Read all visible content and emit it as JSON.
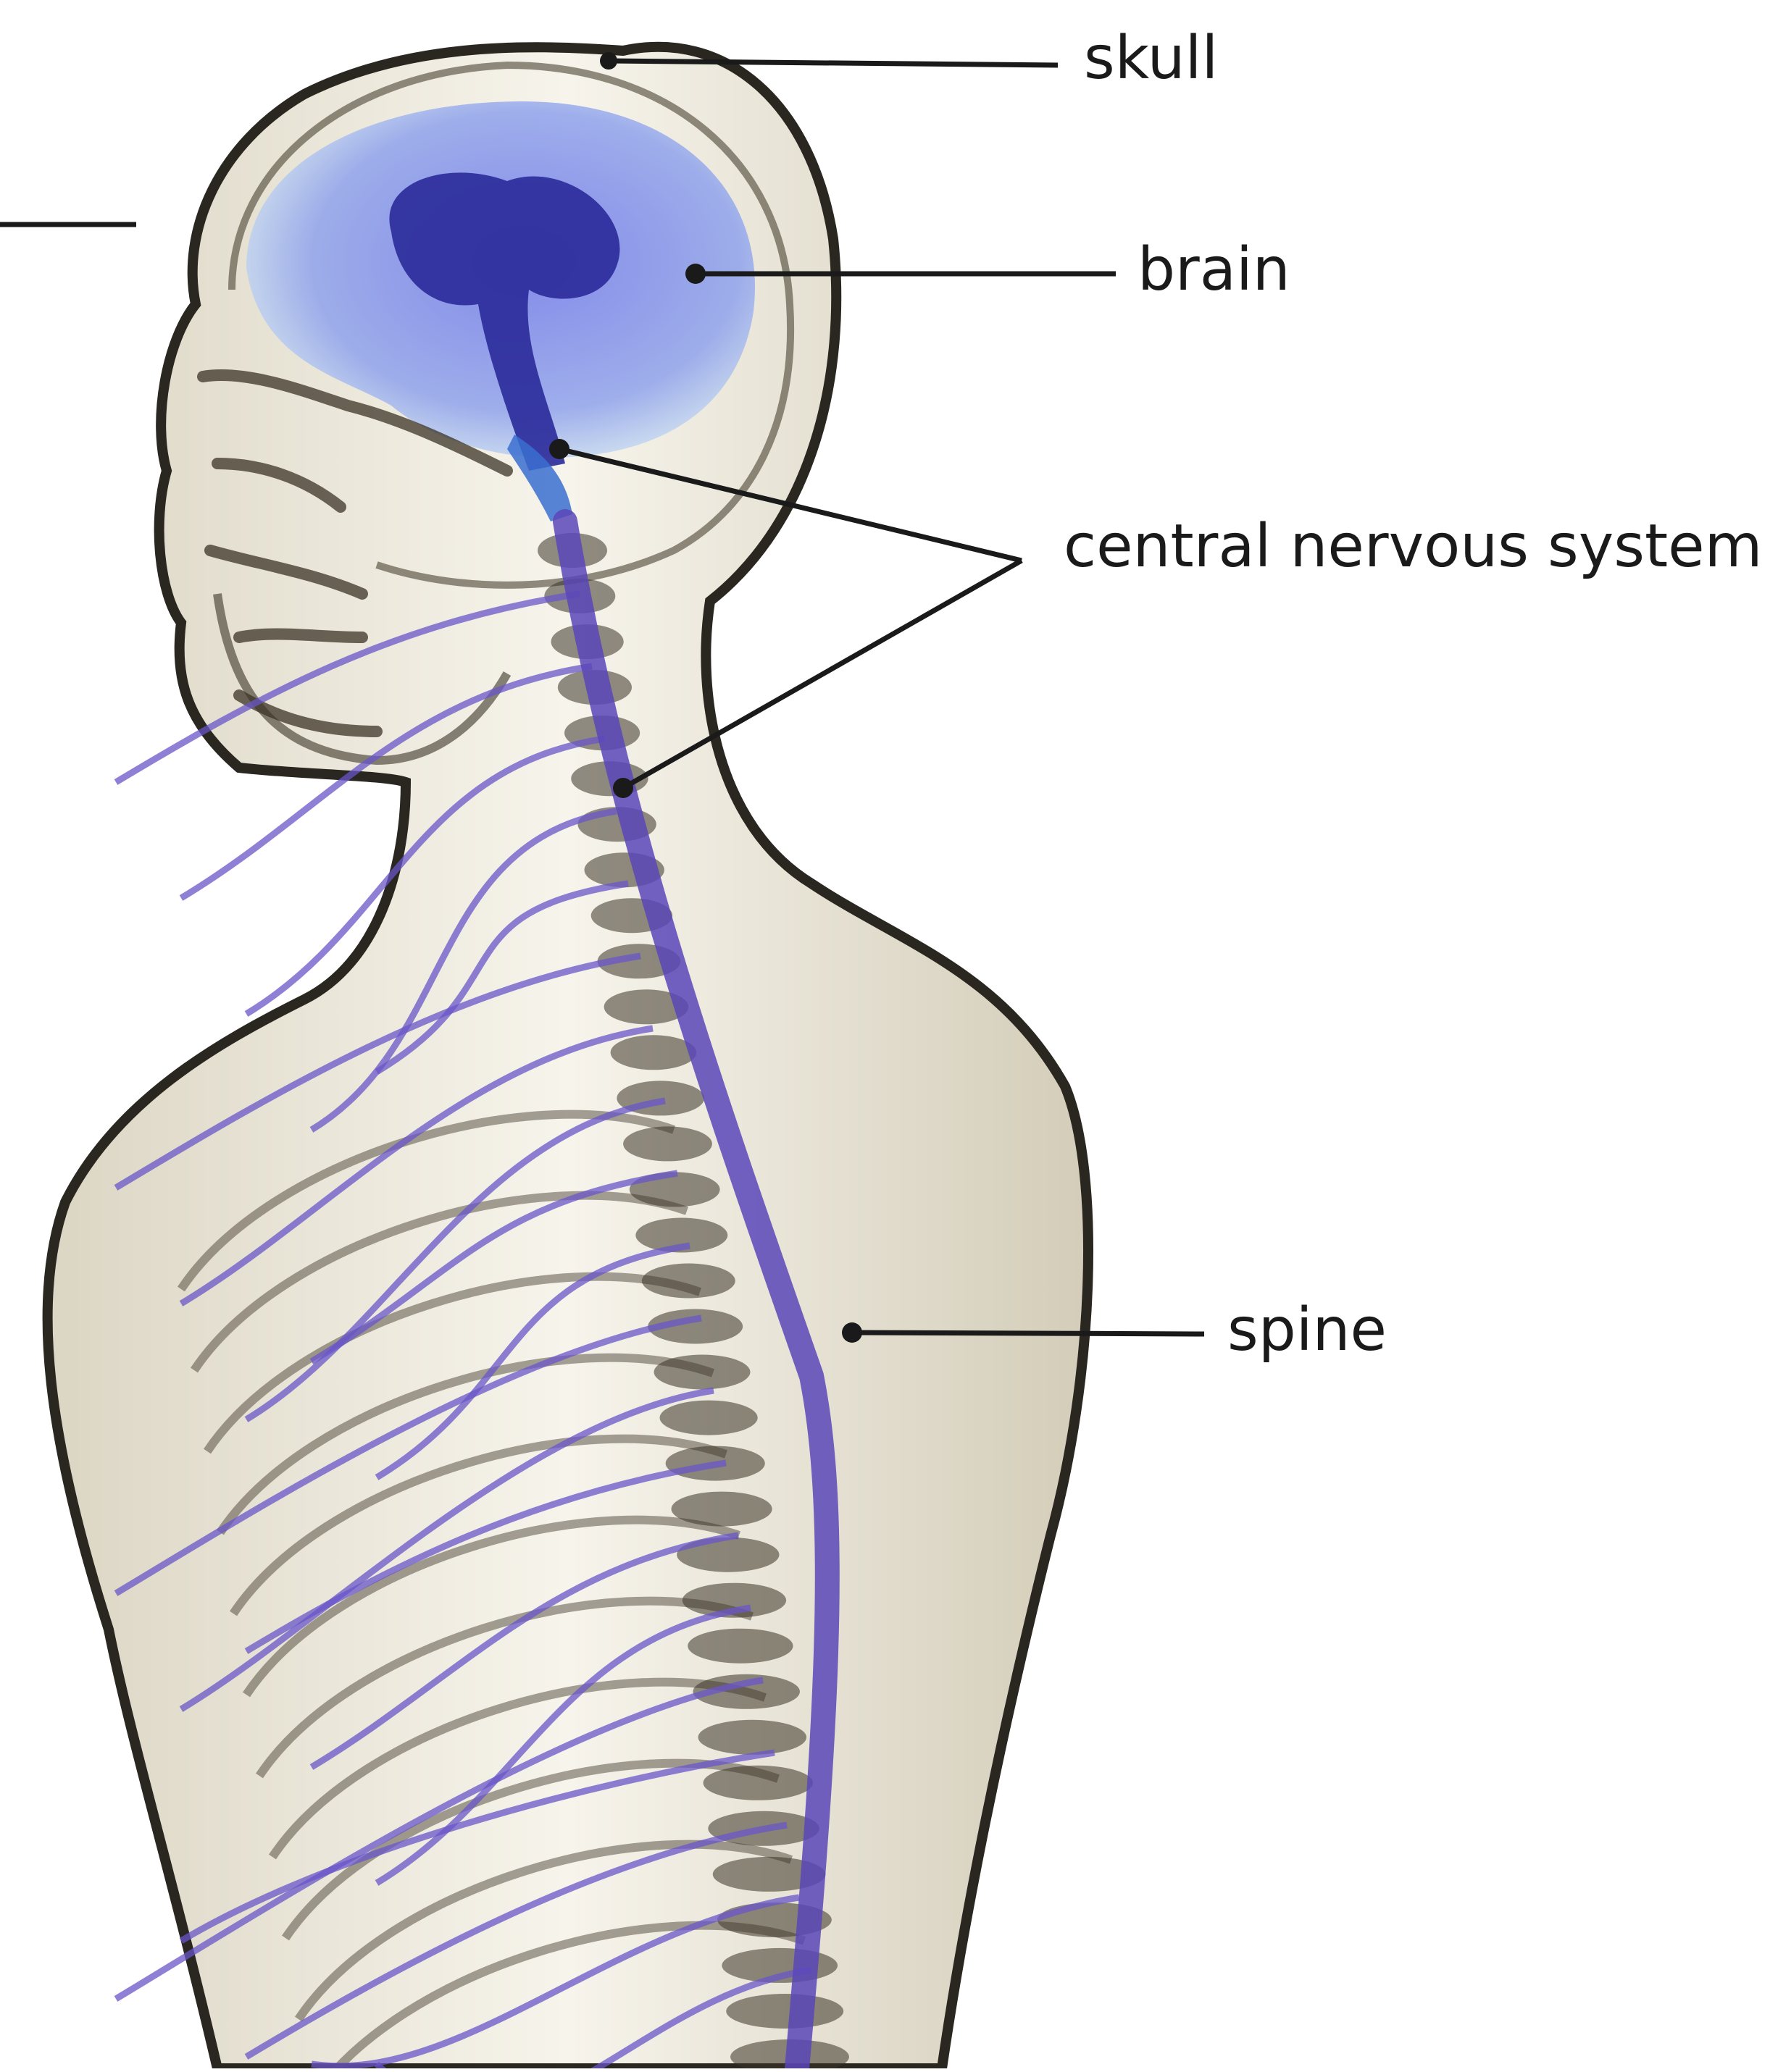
{
  "labels": {
    "skull": "skull",
    "brain": "brain",
    "central_nervous_system": "central nervous system",
    "spine": "spine"
  },
  "colors": {
    "background": "#ffffff",
    "body_outline": "#2a2620",
    "body_fill": "#ece7d6",
    "skeleton": "#3b3326",
    "nerves": "#6a55c8",
    "brain": "#4a5ad8",
    "brain_core": "#2a2a9a",
    "leader_line": "#1a1a1a"
  }
}
